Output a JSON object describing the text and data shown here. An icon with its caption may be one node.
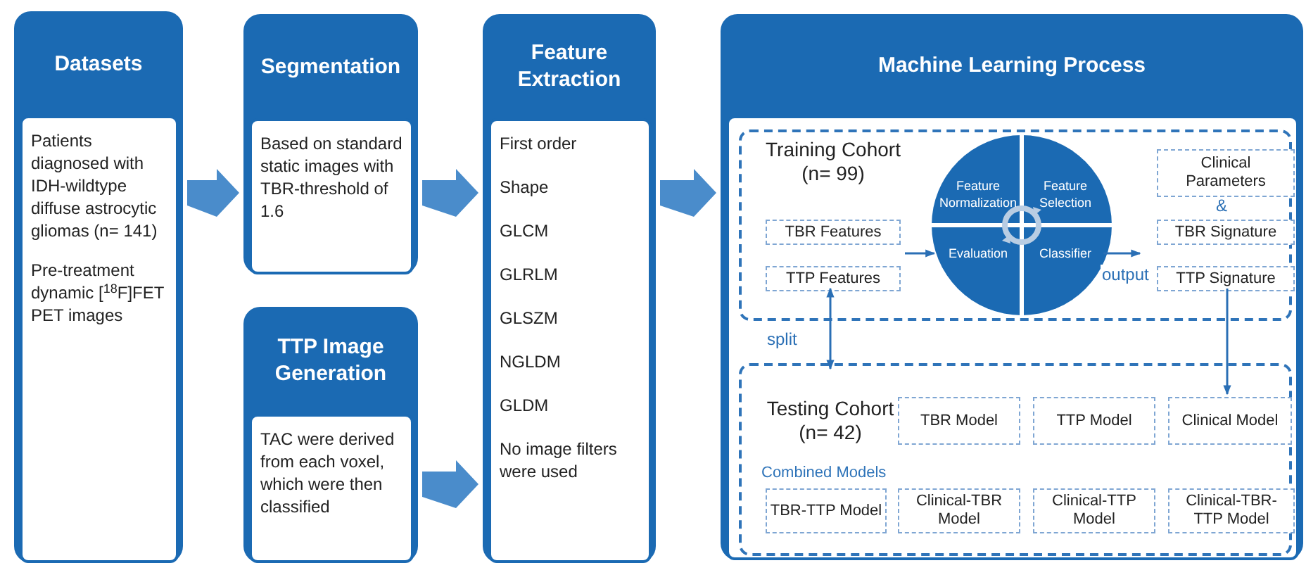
{
  "diagram": {
    "nodes": [
      {
        "text": [
          "Datasets",
          "Patients diagnosed with IDH-wildtype diffuse astrocytic gliomas (n= 141)",
          "Pre-treatment dynamic [$^{18}$F]FET PET images"
        ]
      },
      {
        "text": [
          "Segmentation",
          "Based on standard static images with TBR-threshold of 1.6"
        ]
      },
      {
        "text": [
          "TTP Image Generation",
          "TAC were derived from each voxel, which were then classified"
        ]
      },
      {
        "text": [
          "Feature Extraction",
          "First order",
          "Shape",
          "GLCM",
          "GLRLM",
          "GLSZM",
          "NGLDM",
          "GLDM",
          "No image filters were used"
        ]
      },
      {
        "text": [
          "Machine Learning Process"
        ]
      },
      {
        "text": [
          "Training Cohort (n= 99)"
        ],
        "in": 4
      },
      {
        "text": [
          "TBR Features"
        ],
        "in": 5
      },
      {
        "text": [
          "TTP Features"
        ],
        "in": 5
      },
      {
        "text": [],
        "shape": "circle",
        "in": 5
      },
      {
        "text": [
          "Feature Normalization"
        ],
        "in": 8
      },
      {
        "text": [
          "Feature Selection"
        ],
        "in": 8
      },
      {
        "text": [
          "Evaluation"
        ],
        "in": 8
      },
      {
        "text": [
          "Classifier"
        ],
        "in": 8
      },
      {
        "text": [
          "Clinical Parameters"
        ],
        "in": 5
      },
      {
        "text": [
          "TBR Signature"
        ],
        "in": 5
      },
      {
        "text": [
          "TTP Signature"
        ],
        "in": 5
      },
      {
        "text": [
          "Testing Cohort (n= 42)",
          "Combined Models"
        ],
        "in": 4
      },
      {
        "text": [
          "TBR Model"
        ],
        "in": 16
      },
      {
        "text": [
          "TTP Model"
        ],
        "in": 16
      },
      {
        "text": [
          "Clinical Model"
        ],
        "in": 16
      },
      {
        "text": [
          "TBR-TTP Model"
        ],
        "in": 16
      },
      {
        "text": [
          "Clinical-TBR Model"
        ],
        "in": 16
      },
      {
        "text": [
          "Clinical-TTP Model"
        ],
        "in": 16
      },
      {
        "text": [
          "Clinical-TBR-TTP Model"
        ],
        "in": 16
      }
    ],
    "edges": [
      {
        "from": 0,
        "to": 1,
        "arrow": "to",
        "style": "thick"
      },
      {
        "from": 1,
        "to": 3,
        "arrow": "to",
        "style": "thick"
      },
      {
        "from": 2,
        "to": 3,
        "arrow": "to",
        "style": "thick"
      },
      {
        "from": 3,
        "to": 4,
        "arrow": "to",
        "style": "thick"
      },
      {
        "from": 6,
        "to": 8,
        "arrow": "to"
      },
      {
        "from": 8,
        "to": 14,
        "arrow": "to",
        "label": "output"
      },
      {
        "from": 7,
        "to": 16,
        "arrow": "both",
        "label": "split"
      },
      {
        "from": 15,
        "to": 19,
        "arrow": "to"
      }
    ],
    "labels": [
      "&"
    ]
  }
}
